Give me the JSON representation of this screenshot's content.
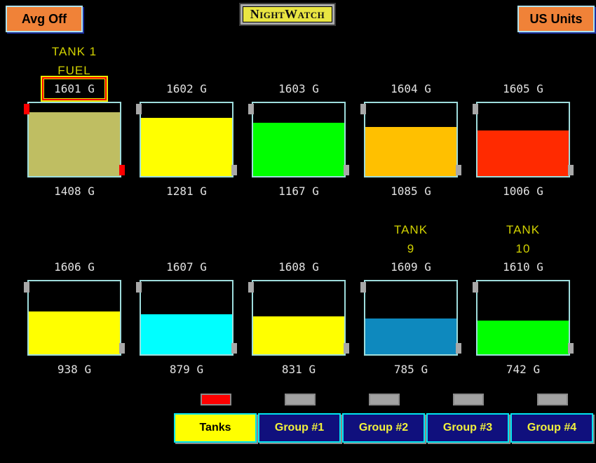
{
  "header": {
    "avg_button": "Avg Off",
    "units_button": "US Units",
    "logo": "NightWatch"
  },
  "colors": {
    "background": "#000000",
    "button_orange": "#F08238",
    "button_border_cyan": "#AFE3EF",
    "tank_border_cyan": "#9EDCDC",
    "label_yellow": "#D2D200",
    "value_white": "#E2E2E2",
    "tab_border_cyan": "#00E4EE",
    "tab_navy": "#10107D",
    "tab_active_yellow": "#FFFF00",
    "alarm_red": "#FF0000",
    "marker_gray": "#A8A8A8"
  },
  "units_suffix": "G",
  "tanks": [
    {
      "title_lines": [
        "TANK 1",
        "FUEL"
      ],
      "capacity": 1601,
      "capacity_label": "1601 G",
      "value": 1408,
      "value_label": "1408 G",
      "fill_color": "#BFBE62",
      "marker_color": "#FF0000",
      "selected": true
    },
    {
      "title_lines": [],
      "capacity": 1602,
      "capacity_label": "1602 G",
      "value": 1281,
      "value_label": "1281 G",
      "fill_color": "#FFFF00",
      "marker_color": "#A8A8A8",
      "selected": false
    },
    {
      "title_lines": [],
      "capacity": 1603,
      "capacity_label": "1603 G",
      "value": 1167,
      "value_label": "1167 G",
      "fill_color": "#00FF00",
      "marker_color": "#A8A8A8",
      "selected": false
    },
    {
      "title_lines": [],
      "capacity": 1604,
      "capacity_label": "1604 G",
      "value": 1085,
      "value_label": "1085 G",
      "fill_color": "#FFC000",
      "marker_color": "#A8A8A8",
      "selected": false
    },
    {
      "title_lines": [],
      "capacity": 1605,
      "capacity_label": "1605 G",
      "value": 1006,
      "value_label": "1006 G",
      "fill_color": "#FF2A00",
      "marker_color": "#A8A8A8",
      "selected": false
    },
    {
      "title_lines": [],
      "capacity": 1606,
      "capacity_label": "1606 G",
      "value": 938,
      "value_label": "938 G",
      "fill_color": "#FFFF00",
      "marker_color": "#A8A8A8",
      "selected": false
    },
    {
      "title_lines": [],
      "capacity": 1607,
      "capacity_label": "1607 G",
      "value": 879,
      "value_label": "879 G",
      "fill_color": "#00FFFF",
      "marker_color": "#A8A8A8",
      "selected": false
    },
    {
      "title_lines": [],
      "capacity": 1608,
      "capacity_label": "1608 G",
      "value": 831,
      "value_label": "831 G",
      "fill_color": "#FFFF00",
      "marker_color": "#A8A8A8",
      "selected": false
    },
    {
      "title_lines": [
        "TANK",
        "9"
      ],
      "capacity": 1609,
      "capacity_label": "1609 G",
      "value": 785,
      "value_label": "785 G",
      "fill_color": "#0E89BE",
      "marker_color": "#A8A8A8",
      "selected": false
    },
    {
      "title_lines": [
        "TANK",
        "10"
      ],
      "capacity": 1610,
      "capacity_label": "1610 G",
      "value": 742,
      "value_label": "742 G",
      "fill_color": "#00FF00",
      "marker_color": "#A8A8A8",
      "selected": false
    }
  ],
  "tabs": [
    {
      "label": "Tanks",
      "active": true,
      "indicator_color": "#FF0000"
    },
    {
      "label": "Group #1",
      "active": false,
      "indicator_color": "#A2A2A2"
    },
    {
      "label": "Group #2",
      "active": false,
      "indicator_color": "#A2A2A2"
    },
    {
      "label": "Group #3",
      "active": false,
      "indicator_color": "#A2A2A2"
    },
    {
      "label": "Group #4",
      "active": false,
      "indicator_color": "#A2A2A2"
    }
  ]
}
